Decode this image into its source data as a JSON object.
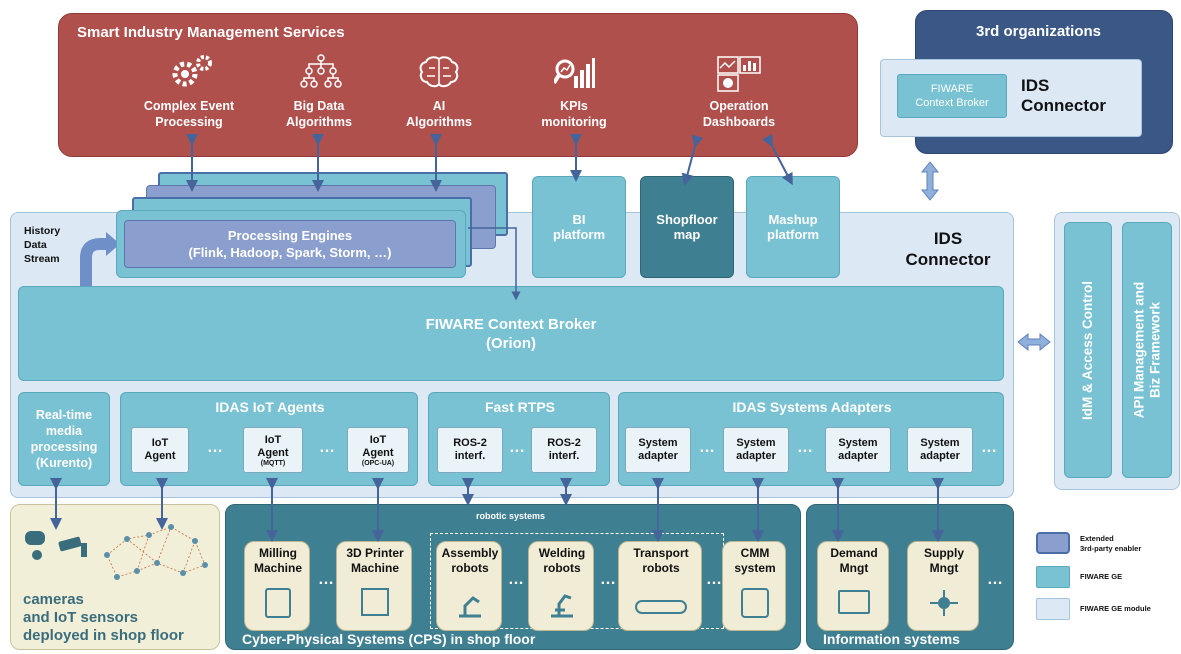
{
  "management": {
    "title": "Smart Industry Management Services",
    "services": [
      {
        "icon": "gears-icon",
        "label": "Complex Event\nProcessing"
      },
      {
        "icon": "hierarchy-icon",
        "label": "Big Data\nAlgorithms"
      },
      {
        "icon": "brain-icon",
        "label": "AI\nAlgorithms"
      },
      {
        "icon": "bar-chart-icon",
        "label": "KPIs\nmonitoring"
      },
      {
        "icon": "dashboard-icon",
        "label": "Operation\nDashboards"
      }
    ]
  },
  "third_org": {
    "title": "3rd organizations",
    "broker_label": "FIWARE\nContext Broker",
    "ids_label": "IDS\nConnector"
  },
  "platforms": {
    "bi": "BI\nplatform",
    "shopfloor": "Shopfloor\nmap",
    "mashup": "Mashup\nplatform"
  },
  "processing": {
    "history": "History\nData\nStream",
    "title": "Processing Engines",
    "engines": "(Flink, Hadoop, Spark, Storm, …)"
  },
  "ids_main": "IDS\nConnector",
  "context_broker": "FIWARE Context Broker\n(Orion)",
  "security": {
    "idm": "IdM & Access Control",
    "api": "API Management and\nBiz Framework"
  },
  "realtime": "Real-time\nmedia\nprocessing\n(Kurento)",
  "iot_agents": {
    "title": "IDAS IoT Agents",
    "agents": [
      {
        "label": "IoT\nAgent",
        "sub": ""
      },
      {
        "label": "IoT\nAgent",
        "sub": "(MQTT)"
      },
      {
        "label": "IoT\nAgent",
        "sub": "(OPC-UA)"
      }
    ]
  },
  "rtps": {
    "title": "Fast RTPS",
    "items": [
      "ROS-2\ninterf.",
      "ROS-2\ninterf."
    ]
  },
  "adapters": {
    "title": "IDAS Systems Adapters",
    "items": [
      "System\nadapter",
      "System\nadapter",
      "System\nadapter",
      "System\nadapter"
    ]
  },
  "ellipsis": "…",
  "sensors": {
    "label": "cameras\nand IoT sensors\ndeployed in shop floor"
  },
  "cps": {
    "title": "Cyber-Physical Systems (CPS) in shop floor",
    "robotic_label": "robotic systems",
    "machines": [
      {
        "label": "Milling\nMachine",
        "icon": "milling-machine-icon"
      },
      {
        "label": "3D Printer\nMachine",
        "icon": "3d-printer-icon"
      },
      {
        "label": "Assembly\nrobots",
        "icon": "robot-arm-icon"
      },
      {
        "label": "Welding\nrobots",
        "icon": "welding-robot-icon"
      },
      {
        "label": "Transport\nrobots",
        "icon": "conveyor-icon"
      },
      {
        "label": "CMM\nsystem",
        "icon": "cmm-icon"
      }
    ]
  },
  "info_systems": {
    "title": "Information systems",
    "items": [
      {
        "label": "Demand\nMngt",
        "icon": "monitor-icon"
      },
      {
        "label": "Supply\nMngt",
        "icon": "network-icon"
      }
    ]
  },
  "legend": [
    {
      "label": "Extended\n3rd-party enabler",
      "color": "#8b9fce"
    },
    {
      "label": "FIWARE GE",
      "color": "#79c2d3"
    },
    {
      "label": "FIWARE GE module",
      "color": "#dce9f4"
    }
  ]
}
